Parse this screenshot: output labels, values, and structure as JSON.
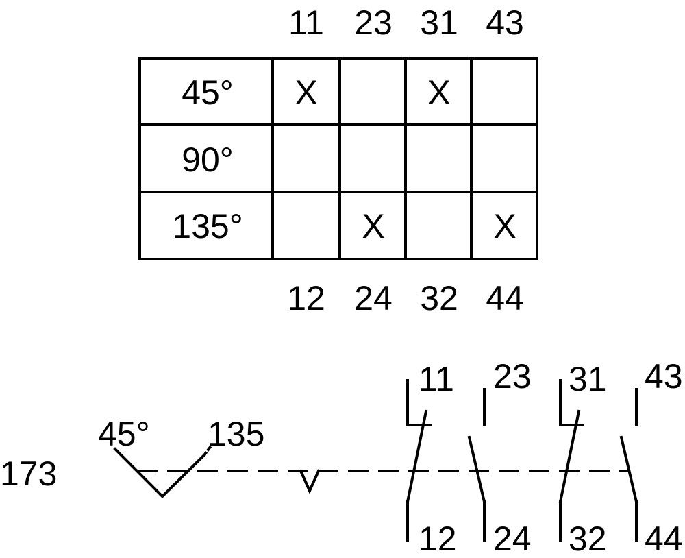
{
  "table": {
    "top_terminals": [
      "11",
      "23",
      "31",
      "43"
    ],
    "bottom_terminals": [
      "12",
      "24",
      "32",
      "44"
    ],
    "rows": [
      {
        "angle": "45°",
        "marks": [
          "X",
          "",
          "X",
          ""
        ]
      },
      {
        "angle": "90°",
        "marks": [
          "",
          "",
          "",
          ""
        ]
      },
      {
        "angle": "135°",
        "marks": [
          "",
          "X",
          "",
          "X"
        ]
      }
    ]
  },
  "schematic": {
    "ref": "173",
    "cam_left_label": "45°",
    "cam_right_label": "135",
    "contacts": [
      {
        "top": "11",
        "bottom": "12",
        "kind": "nc"
      },
      {
        "top": "23",
        "bottom": "24",
        "kind": "no"
      },
      {
        "top": "31",
        "bottom": "32",
        "kind": "nc"
      },
      {
        "top": "43",
        "bottom": "44",
        "kind": "no"
      }
    ]
  }
}
